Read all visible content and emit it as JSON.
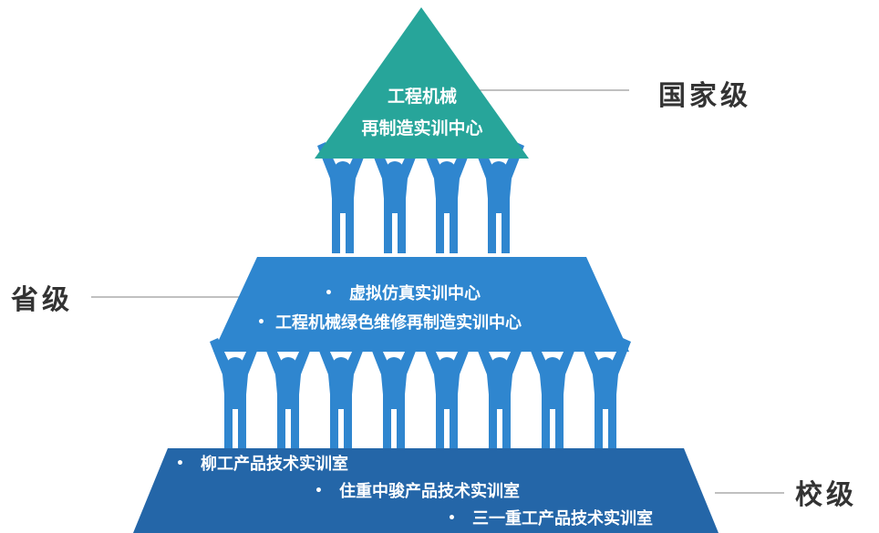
{
  "levels": {
    "national": {
      "label": "国家级",
      "lines": [
        "工程机械",
        "再制造实训中心"
      ],
      "color": "#27a59a"
    },
    "provincial": {
      "label": "省级",
      "items": [
        "虚拟仿真实训中心",
        "工程机械绿色维修再制造实训中心"
      ],
      "color": "#2e86cf"
    },
    "school": {
      "label": "校级",
      "items": [
        "柳工产品技术实训室",
        "住重中骏产品技术实训室",
        "三一重工产品技术实训室"
      ],
      "color": "#2466a8"
    }
  },
  "people_color": "#2f86cf",
  "bullet": "•"
}
